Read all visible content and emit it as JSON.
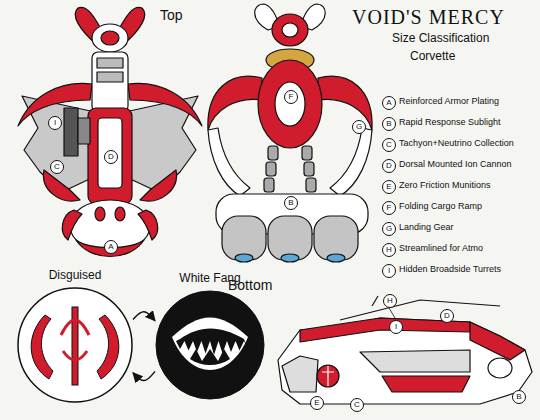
{
  "diagram": {
    "title": "VOID'S MERCY",
    "nodes": [
      {
        "text": [
          "Disguised"
        ]
      },
      {
        "text": [
          "White Fang"
        ]
      }
    ],
    "edges": [
      {
        "from": 0,
        "to": 1,
        "arrow": "to"
      },
      {
        "from": 1,
        "to": 0,
        "arrow": "to"
      }
    ],
    "labels": [
      "Top",
      "Size Classification",
      "Corvette",
      "Bottom",
      "A",
      "Reinforced Armor Plating",
      "B",
      "Rapid Response Sublight",
      "C",
      "Tachyon+Neutrino Collection",
      "D",
      "Dorsal Mounted Ion Cannon",
      "E",
      "Zero Friction Munitions",
      "F",
      "Folding Cargo Ramp",
      "G",
      "Landing Gear",
      "H",
      "Streamlined for Atmo",
      "I",
      "Hidden Broadside Turrets",
      "I",
      "C",
      "D",
      "A",
      "F",
      "G",
      "B",
      "H",
      "I",
      "B",
      "C",
      "D",
      "E"
    ]
  }
}
